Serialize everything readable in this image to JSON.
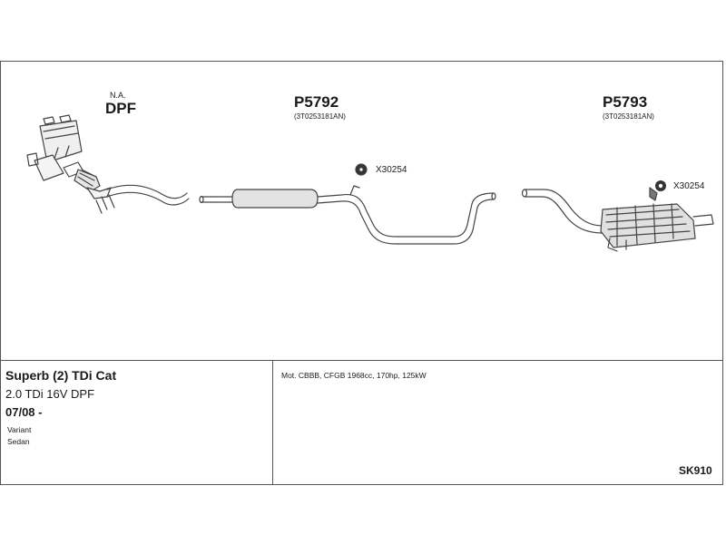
{
  "diagram": {
    "dpf": {
      "note": "N.A.",
      "label": "DPF"
    },
    "parts": [
      {
        "number": "P5792",
        "oem": "(3T0253181AN)"
      },
      {
        "number": "P5793",
        "oem": "(3T0253181AN)"
      }
    ],
    "clamps": [
      {
        "label": "X30254"
      },
      {
        "label": "X30254"
      }
    ]
  },
  "vehicle": {
    "model": "Superb (2) TDi Cat",
    "engine": "2.0 TDi 16V DPF",
    "date": "07/08 -",
    "body_types": [
      "Variant",
      "Sedan"
    ]
  },
  "specs": {
    "engine_spec": "Mot. CBBB, CFGB 1968cc, 170hp, 125kW",
    "system_code": "SK910"
  }
}
